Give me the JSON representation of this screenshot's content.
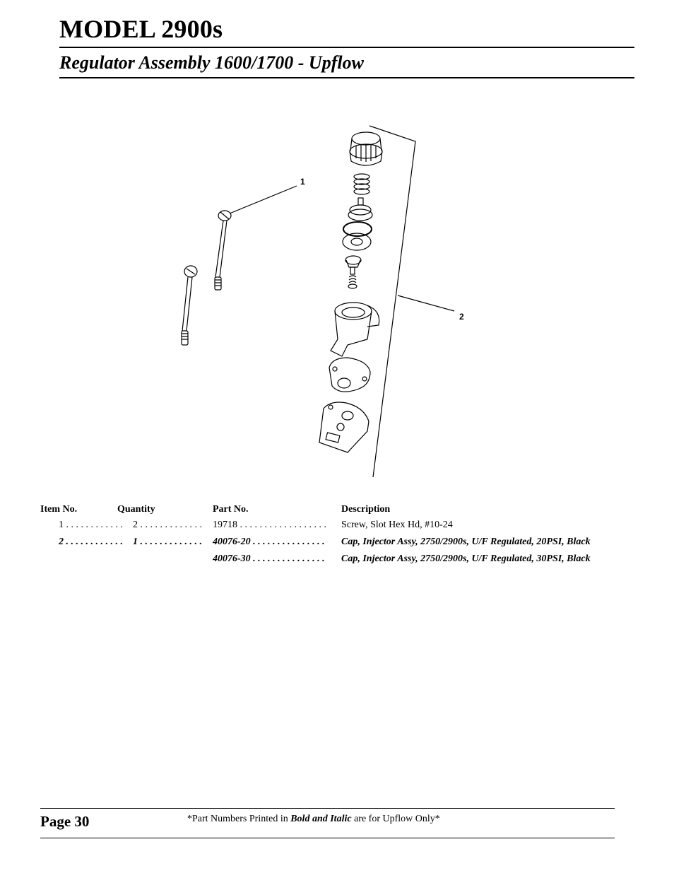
{
  "header": {
    "model_title": "MODEL 2900s",
    "section_title": "Regulator Assembly 1600/1700 - Upflow"
  },
  "diagram": {
    "callouts": [
      "1",
      "2"
    ]
  },
  "parts_table": {
    "columns": [
      "Item No.",
      "Quantity",
      "Part No.",
      "Description"
    ],
    "rows": [
      {
        "item": "1 . . . . . . . . . . . .",
        "qty": "2 . . . . . . . . . . . . .",
        "part": "19718 . . . . . . . . . . . . . . . . . .",
        "desc": "Screw, Slot Hex Hd, #10-24",
        "upflow": false
      },
      {
        "item": "2 . . . . . . . . . . . .",
        "qty": "1 . . . . . . . . . . . . .",
        "part": "40076-20 . . . . . . . . . . . . . . .",
        "desc": "Cap, Injector Assy, 2750/2900s, U/F Regulated, 20PSI, Black",
        "upflow": true
      },
      {
        "item": "",
        "qty": "",
        "part": "40076-30 . . . . . . . . . . . . . . .",
        "desc": "Cap, Injector Assy, 2750/2900s, U/F Regulated, 30PSI, Black",
        "upflow": true
      }
    ]
  },
  "footer": {
    "page": "Page 30",
    "note_prefix": "*Part Numbers Printed in ",
    "note_emphasis": "Bold and Italic",
    "note_suffix": " are for Upflow Only*"
  }
}
